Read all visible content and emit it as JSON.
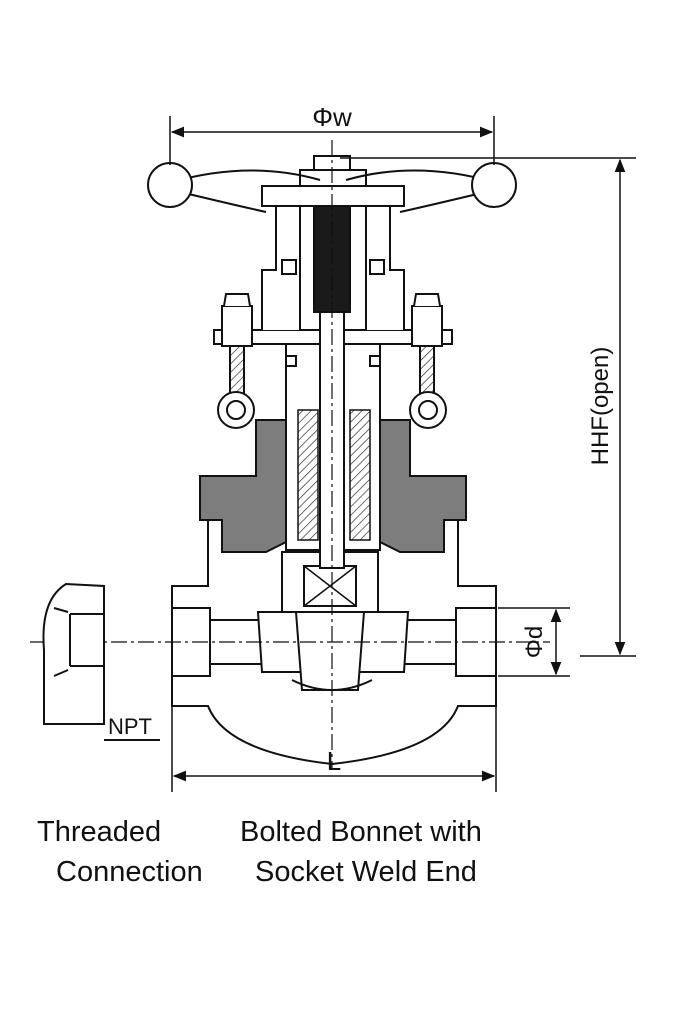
{
  "dimensions": {
    "handwheel_diameter": "Φw",
    "height_open": "HHF(open)",
    "bore_diameter": "Φd",
    "length": "L",
    "thread": "NPT"
  },
  "captions": {
    "left_line1": "Threaded",
    "left_line2": "Connection",
    "right_line1": "Bolted Bonnet with",
    "right_line2": "Socket Weld End"
  },
  "colors": {
    "line": "#111111",
    "section_fill": "#7d7d7d",
    "dark_fill": "#1a1a1a",
    "hatch": "#555555"
  }
}
